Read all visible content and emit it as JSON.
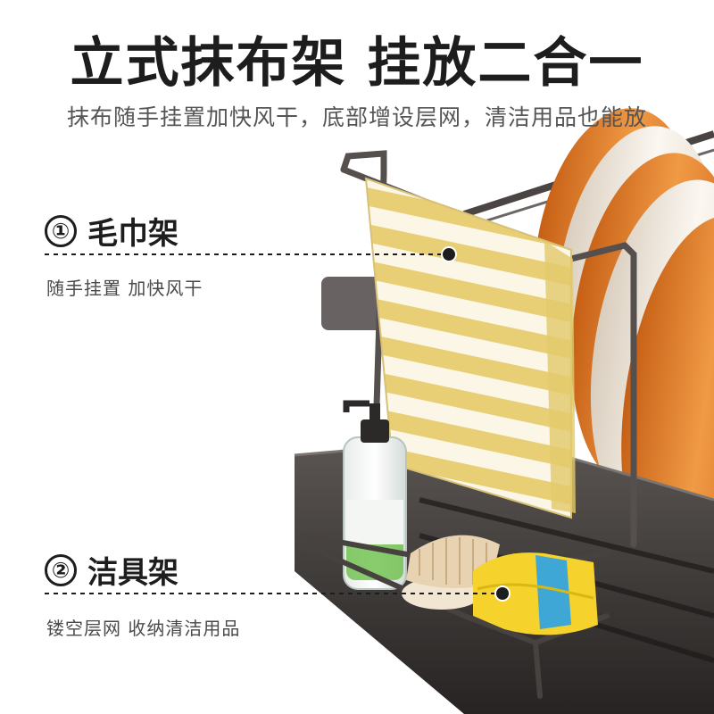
{
  "header": {
    "title": "立式抹布架 挂放二合一",
    "subtitle": "抹布随手挂置加快风干，底部增设层网，清洁用品也能放"
  },
  "features": [
    {
      "number": "①",
      "name": "毛巾架",
      "description": "随手挂置 加快风干"
    },
    {
      "number": "②",
      "name": "洁具架",
      "description": "镂空层网 收纳清洁用品"
    }
  ],
  "colors": {
    "title": "#1d1d1d",
    "plate_orange": "#e07a2a",
    "plate_cream": "#f4ede2",
    "towel_yellow": "#e9d27a",
    "rack_dark": "#3d3a38",
    "sponge_yellow": "#f5d22c",
    "sponge_blue": "#3fa7d6"
  }
}
